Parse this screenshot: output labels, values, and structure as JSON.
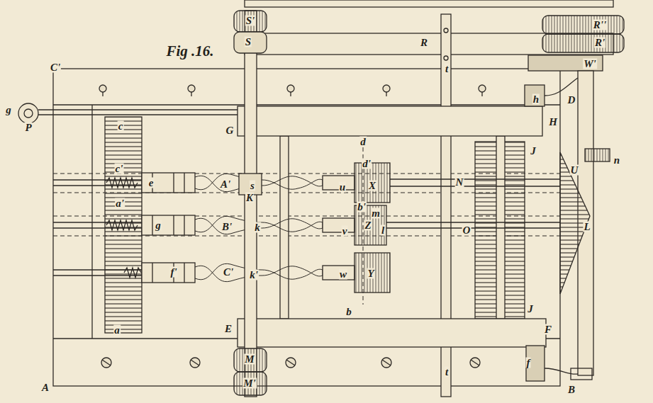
{
  "diagram": {
    "title": "Fig .16.",
    "labels": [
      "S'",
      "S",
      "R",
      "t",
      "R''",
      "R'",
      "W'",
      "C'",
      "g",
      "P",
      "c",
      "G",
      "h",
      "D",
      "H",
      "J",
      "d",
      "d'",
      "c'",
      "e",
      "A'",
      "s",
      "K",
      "u",
      "X",
      "N",
      "U",
      "n",
      "b'",
      "m",
      "a'",
      "g",
      "B'",
      "k",
      "Z",
      "l",
      "v",
      "O",
      "L",
      "f'",
      "C'",
      "k'",
      "w",
      "Y",
      "b",
      "a",
      "J",
      "F",
      "E",
      "M",
      "f",
      "t",
      "M'",
      "A",
      "B"
    ]
  }
}
